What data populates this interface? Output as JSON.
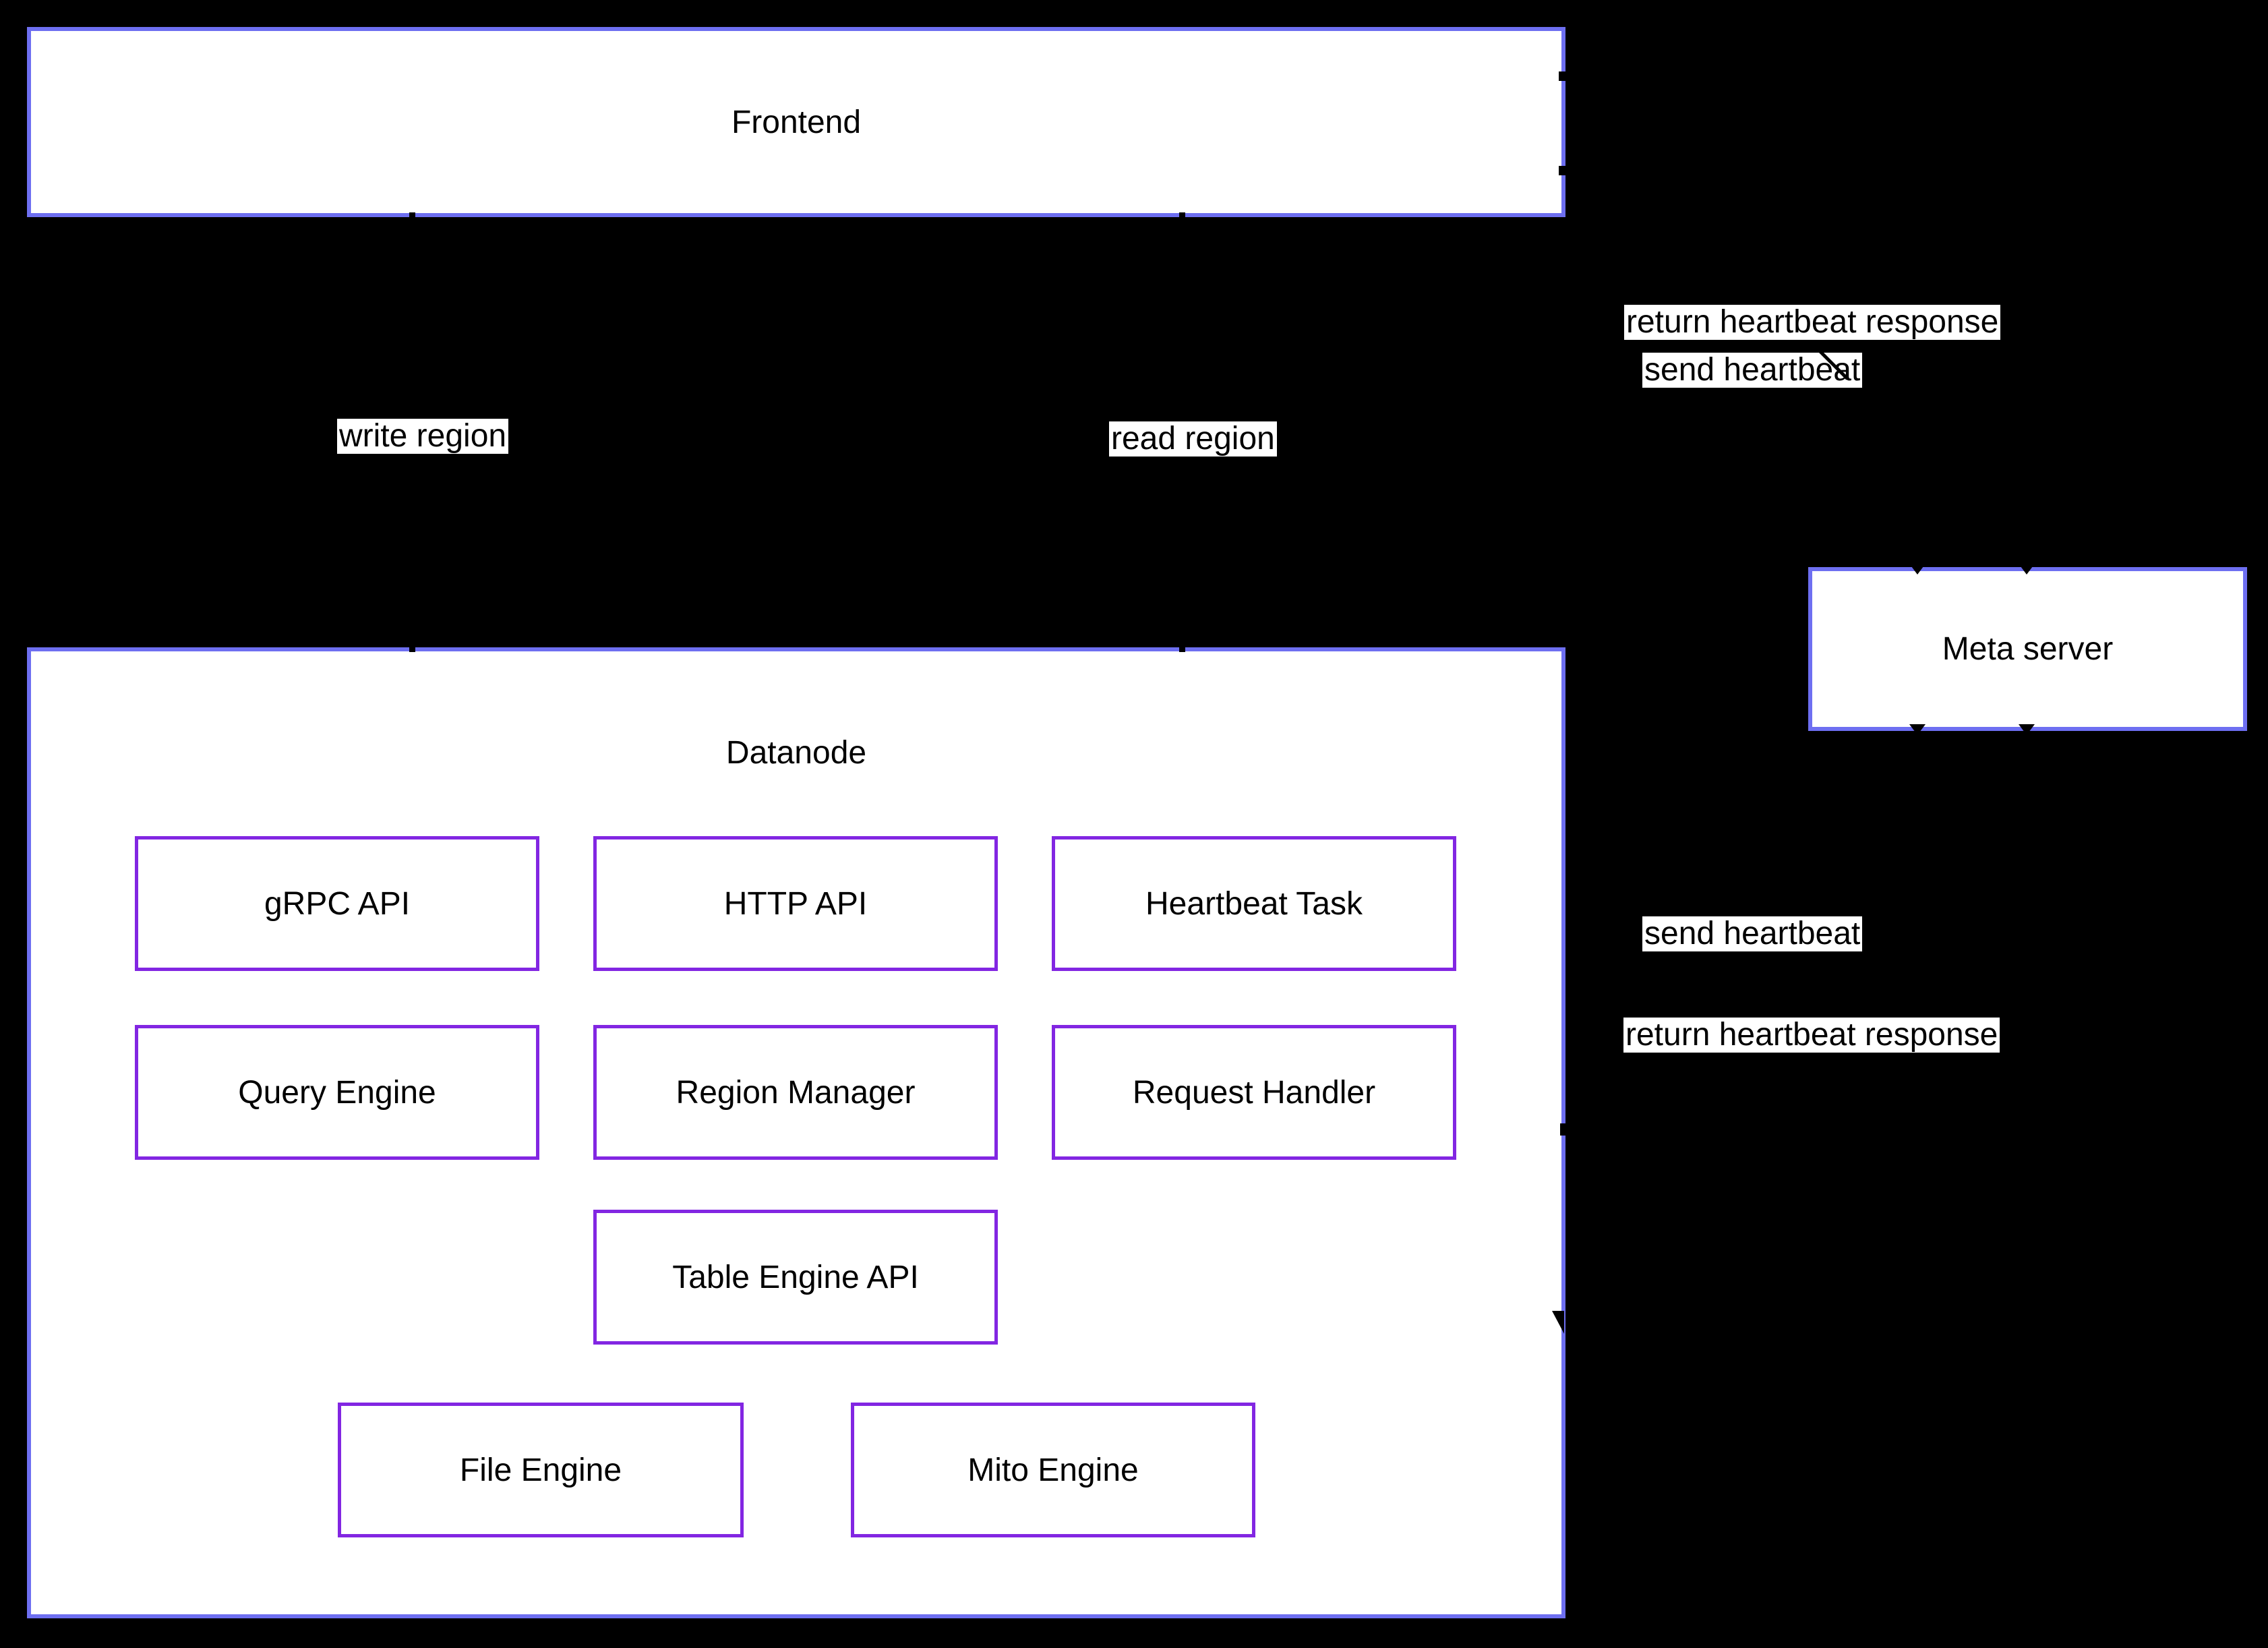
{
  "diagram": {
    "frontend": {
      "label": "Frontend"
    },
    "datanode": {
      "label": "Datanode"
    },
    "meta_server": {
      "label": "Meta server"
    },
    "components": [
      {
        "label": "gRPC API"
      },
      {
        "label": "HTTP API"
      },
      {
        "label": "Heartbeat Task"
      },
      {
        "label": "Query Engine"
      },
      {
        "label": "Region Manager"
      },
      {
        "label": "Request Handler"
      },
      {
        "label": "Table Engine API"
      },
      {
        "label": "File Engine"
      },
      {
        "label": "Mito Engine"
      }
    ],
    "edge_labels": [
      {
        "label": "write region"
      },
      {
        "label": "read region"
      },
      {
        "label": "return heartbeat response"
      },
      {
        "label": "send heartbeat"
      },
      {
        "label": "send heartbeat"
      },
      {
        "label": "return heartbeat response"
      }
    ],
    "colors": {
      "background": "#000000",
      "container_border": "#6e6ff1",
      "component_border": "#8226e2",
      "node_fill": "#ffffff",
      "edge_label_bg": "#ffffff",
      "text": "#000000",
      "edge_marks": "#000000"
    }
  }
}
